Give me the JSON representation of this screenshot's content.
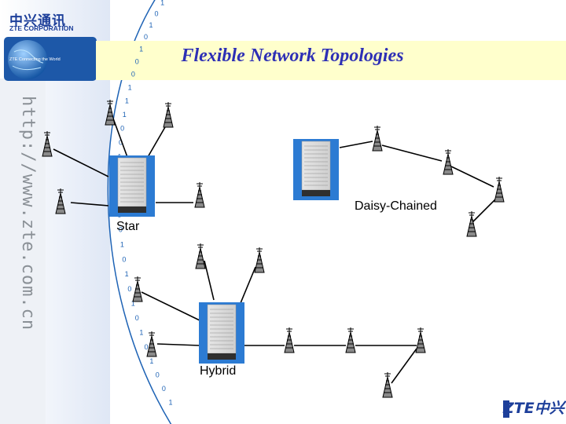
{
  "brand": {
    "logo_cn": "中兴通讯",
    "logo_en": "ZTE CORPORATION",
    "globe_caption": "ZTE Connecting the World",
    "footer_logo": "ZTE中兴",
    "url_text": "http://www.zte.com.cn"
  },
  "binary_arc": "101010011100101000101010101001",
  "slide": {
    "title": "Flexible Network Topologies"
  },
  "labels": {
    "star": "Star",
    "daisy": "Daisy-Chained",
    "hybrid": "Hybrid"
  },
  "colors": {
    "brand_blue": "#1d3f9a",
    "title_color": "#2d2fb5",
    "title_band": "#ffffcc",
    "globe": "#1e63b5",
    "arc": "#1e63b5"
  },
  "icons": {
    "tower": "cell-tower-icon",
    "cabinet": "base-station-cabinet-icon",
    "globe": "globe-icon"
  }
}
